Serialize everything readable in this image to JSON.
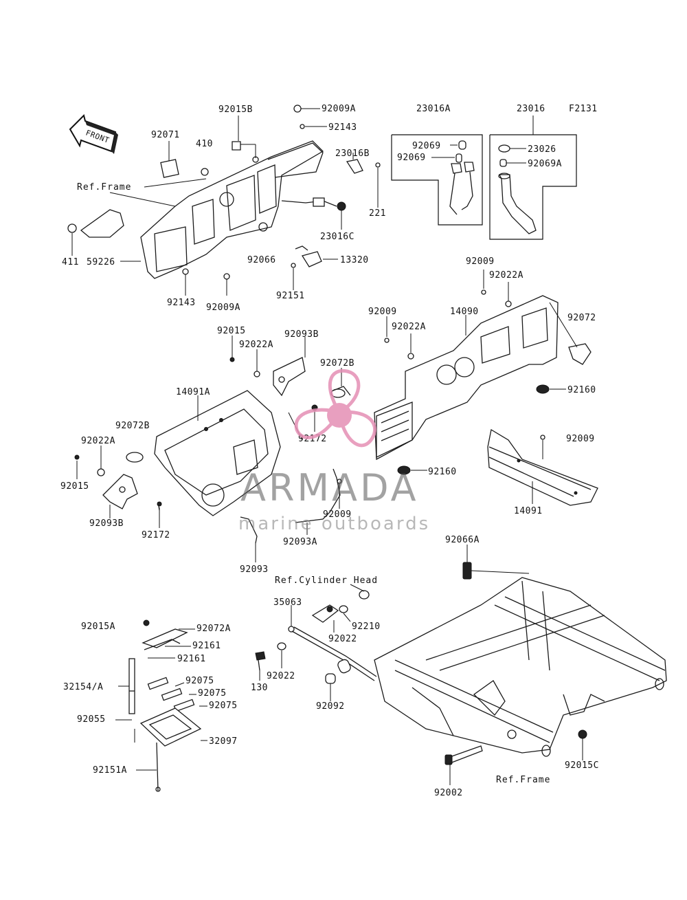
{
  "figure_code": "F2131",
  "front_marker": "FRONT",
  "refs": {
    "frame_top": "Ref.Frame",
    "cylinder_head": "Ref.Cylinder Head",
    "frame_bottom": "Ref.Frame"
  },
  "parts": {
    "p92015B": "92015B",
    "p92009A_top": "92009A",
    "p92143_top": "92143",
    "p23016A": "23016A",
    "p23016": "23016",
    "p92071": "92071",
    "p410": "410",
    "p23016B": "23016B",
    "p221": "221",
    "p23016C": "23016C",
    "p92069_a": "92069",
    "p92069_b": "92069",
    "p23026": "23026",
    "p92069A": "92069A",
    "p411": "411",
    "p59226": "59226",
    "p92066": "92066",
    "p13320": "13320",
    "p92151": "92151",
    "p92143_bot": "92143",
    "p92009A_bot": "92009A",
    "p92009_r1": "92009",
    "p92022A_r1": "92022A",
    "p92009_r2": "92009",
    "p92022A_r2": "92022A",
    "p14090": "14090",
    "p92072": "92072",
    "p92015_mid": "92015",
    "p92022A_mid": "92022A",
    "p92093B_mid": "92093B",
    "p92072B_mid": "92072B",
    "p92160_a": "92160",
    "p14091A": "14091A",
    "p92072B_left": "92072B",
    "p92172_mid": "92172",
    "p92009_r3": "92009",
    "p92022A_left": "92022A",
    "p92015_left": "92015",
    "p92160_b": "92160",
    "p92093B_left": "92093B",
    "p92172_left": "92172",
    "p92009_mid": "92009",
    "p14091": "14091",
    "p92093A": "92093A",
    "p92093": "92093",
    "p92066A": "92066A",
    "p35063": "35063",
    "p92210": "92210",
    "p92022_a": "92022",
    "p92015A": "92015A",
    "p92072A": "92072A",
    "p92161_a": "92161",
    "p92161_b": "92161",
    "p130": "130",
    "p92022_b": "92022",
    "p32154A": "32154/A",
    "p92075_a": "92075",
    "p92075_b": "92075",
    "p92075_c": "92075",
    "p92092": "92092",
    "p92055": "92055",
    "p32097": "32097",
    "p92015C": "92015C",
    "p92151A": "92151A",
    "p92002": "92002"
  },
  "watermark": {
    "title": "ARMADA",
    "subtitle": "marine outboards",
    "colors": {
      "logo": "#e58fb4",
      "text": "#555555"
    }
  }
}
